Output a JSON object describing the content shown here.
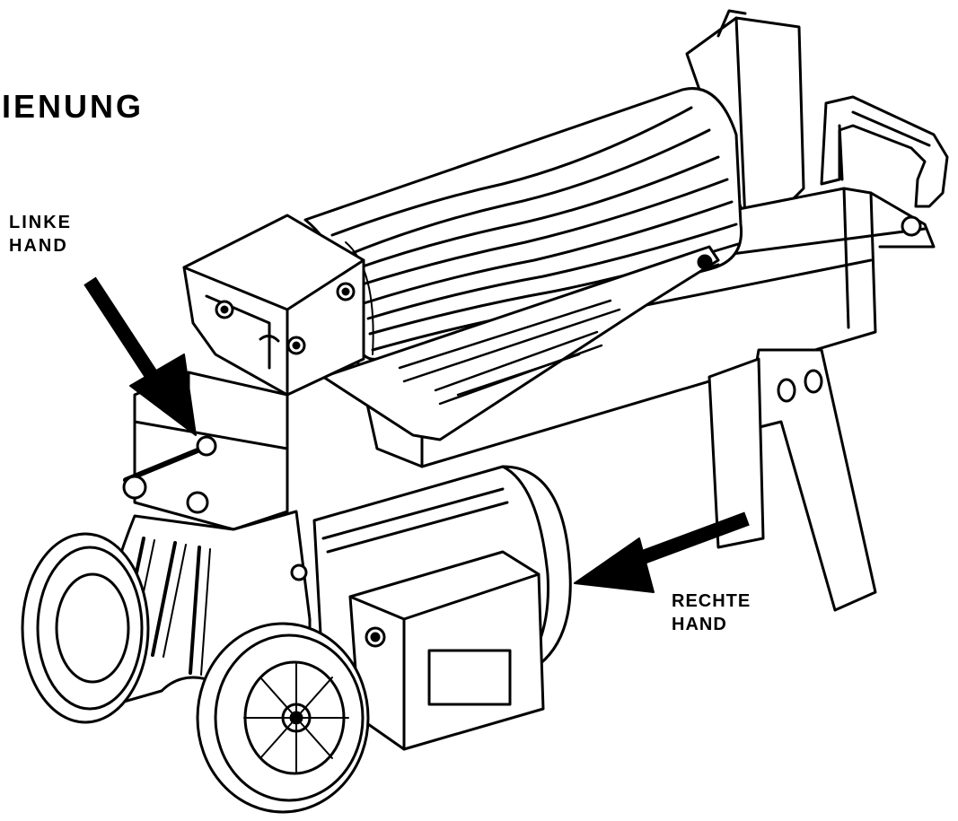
{
  "heading": {
    "text": "IENUNG"
  },
  "labels": {
    "left_hand": {
      "line1": "LINKE",
      "line2": "HAND"
    },
    "right_hand": {
      "line1": "RECHTE",
      "line2": "HAND"
    }
  },
  "colors": {
    "ink": "#000000",
    "paper": "#ffffff"
  },
  "illustration": {
    "subject": "log-splitter-icon"
  }
}
